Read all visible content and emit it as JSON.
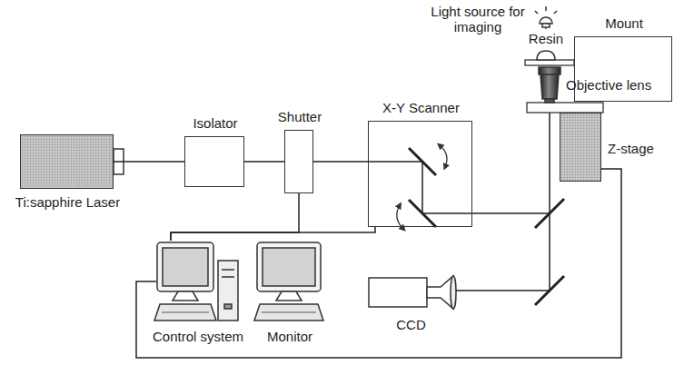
{
  "diagram": {
    "nodes": [
      {
        "text": [
          "Ti:sapphire Laser"
        ]
      },
      {
        "text": [
          "Isolator"
        ]
      },
      {
        "text": [
          "Shutter"
        ]
      },
      {
        "text": [
          "X-Y Scanner"
        ]
      },
      {
        "text": [
          "Light source for imaging"
        ]
      },
      {
        "text": [
          "Mount"
        ]
      },
      {
        "text": [
          "Resin"
        ]
      },
      {
        "text": [
          "Objective lens"
        ]
      },
      {
        "text": [
          "Z-stage"
        ]
      },
      {
        "text": [
          "Control system"
        ]
      },
      {
        "text": [
          "Monitor"
        ]
      },
      {
        "text": [
          "CCD"
        ]
      }
    ],
    "edges": [
      {
        "from": 0,
        "to": 1,
        "arrow": "none"
      },
      {
        "from": 1,
        "to": 2,
        "arrow": "none"
      },
      {
        "from": 2,
        "to": 3,
        "arrow": "none"
      },
      {
        "from": 9,
        "to": 2,
        "arrow": "none"
      },
      {
        "from": 9,
        "to": 3,
        "arrow": "none"
      },
      {
        "from": 9,
        "to": 8,
        "arrow": "none"
      }
    ]
  }
}
